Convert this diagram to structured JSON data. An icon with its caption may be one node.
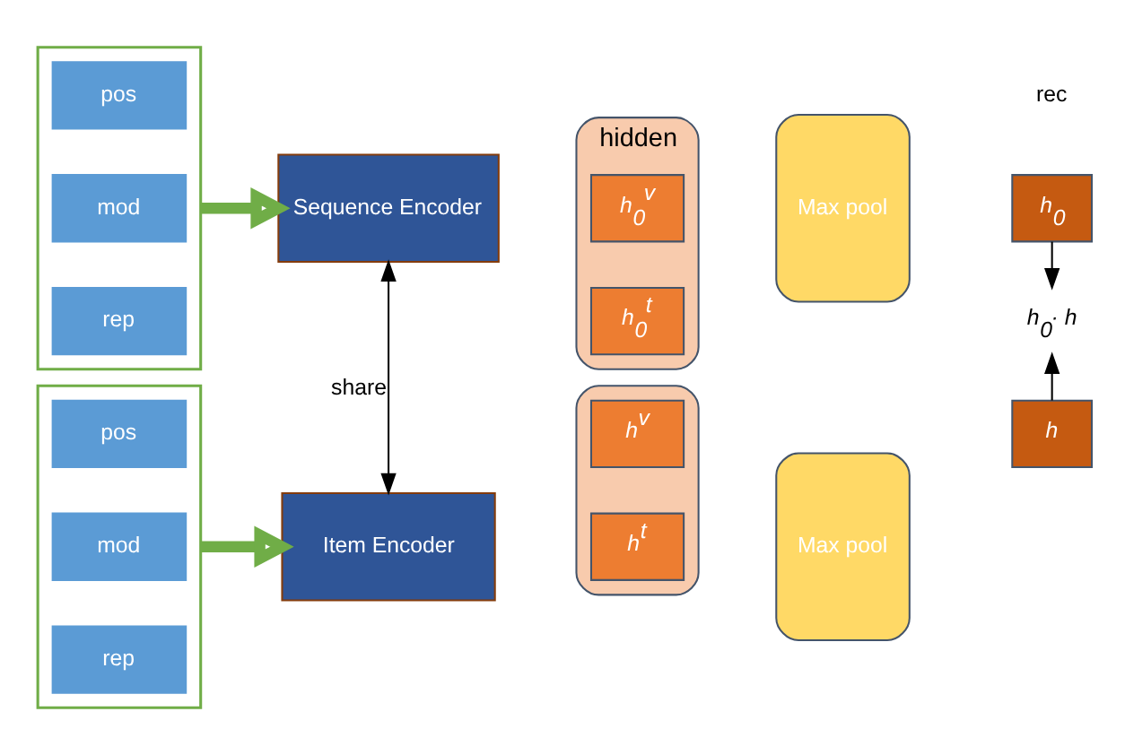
{
  "diagram": {
    "nodes": [
      {
        "text": [],
        "shape": "box"
      },
      {
        "text": [
          "pos"
        ],
        "in": 0
      },
      {
        "text": [
          "mod"
        ],
        "in": 0
      },
      {
        "text": [
          "rep"
        ],
        "in": 0
      },
      {
        "text": [],
        "shape": "box"
      },
      {
        "text": [
          "pos"
        ],
        "in": 4
      },
      {
        "text": [
          "mod"
        ],
        "in": 4
      },
      {
        "text": [
          "rep"
        ],
        "in": 4
      },
      {
        "text": [
          "Sequence Encoder"
        ]
      },
      {
        "text": [
          "Item Encoder"
        ]
      },
      {
        "text": [
          "hidden"
        ]
      },
      {
        "text": [
          "h$_{0}$$^{v}$"
        ],
        "in": 10
      },
      {
        "text": [
          "h$_{0}$$^{t}$"
        ],
        "in": 10
      },
      {
        "text": [],
        "shape": "box"
      },
      {
        "text": [
          "h$^{v}$"
        ],
        "in": 13
      },
      {
        "text": [
          "h$^{t}$"
        ],
        "in": 13
      },
      {
        "text": [
          "Max pool"
        ]
      },
      {
        "text": [
          "Max pool"
        ]
      },
      {
        "text": [
          "h$_{0}$"
        ]
      },
      {
        "text": [
          "h$_{0}$· h"
        ]
      },
      {
        "text": [
          "h"
        ]
      }
    ],
    "edges": [
      {
        "from": 0,
        "to": 8,
        "arrow": "to",
        "style": "thick",
        "color": "#70ad47"
      },
      {
        "from": 4,
        "to": 9,
        "arrow": "to",
        "style": "thick",
        "color": "#70ad47"
      },
      {
        "from": 8,
        "to": 9,
        "arrow": "both",
        "label": "share"
      },
      {
        "from": 18,
        "to": 19,
        "arrow": "to"
      },
      {
        "from": 20,
        "to": 19,
        "arrow": "to"
      }
    ],
    "labels": [
      "rec"
    ]
  }
}
